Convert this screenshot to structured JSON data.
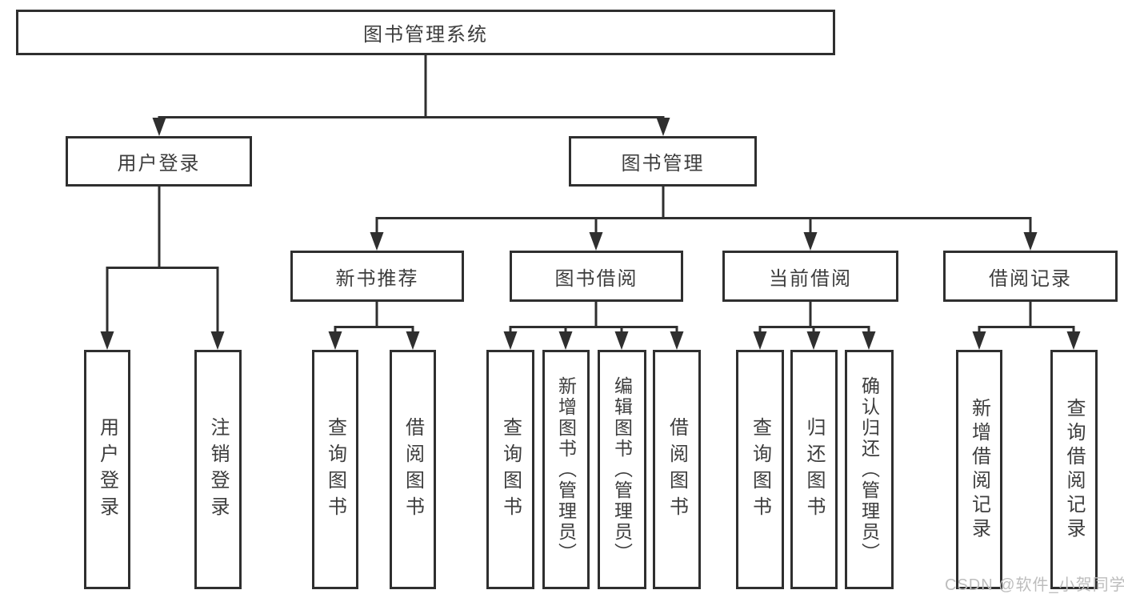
{
  "watermark": "CSDN @软件_小贺同学",
  "tree": {
    "root": {
      "label": "图书管理系统",
      "children": [
        {
          "label": "用户登录",
          "children": [
            {
              "label": "用户登录"
            },
            {
              "label": "注销登录"
            }
          ]
        },
        {
          "label": "图书管理",
          "children": [
            {
              "label": "新书推荐",
              "children": [
                {
                  "label": "查询图书"
                },
                {
                  "label": "借阅图书"
                }
              ]
            },
            {
              "label": "图书借阅",
              "children": [
                {
                  "label": "查询图书"
                },
                {
                  "label": "新增图书（管理员）"
                },
                {
                  "label": "编辑图书（管理员）"
                },
                {
                  "label": "借阅图书"
                }
              ]
            },
            {
              "label": "当前借阅",
              "children": [
                {
                  "label": "查询图书"
                },
                {
                  "label": "归还图书"
                },
                {
                  "label": "确认归还（管理员）"
                }
              ]
            },
            {
              "label": "借阅记录",
              "children": [
                {
                  "label": "新增借阅记录"
                },
                {
                  "label": "查询借阅记录"
                }
              ]
            }
          ]
        }
      ]
    }
  }
}
